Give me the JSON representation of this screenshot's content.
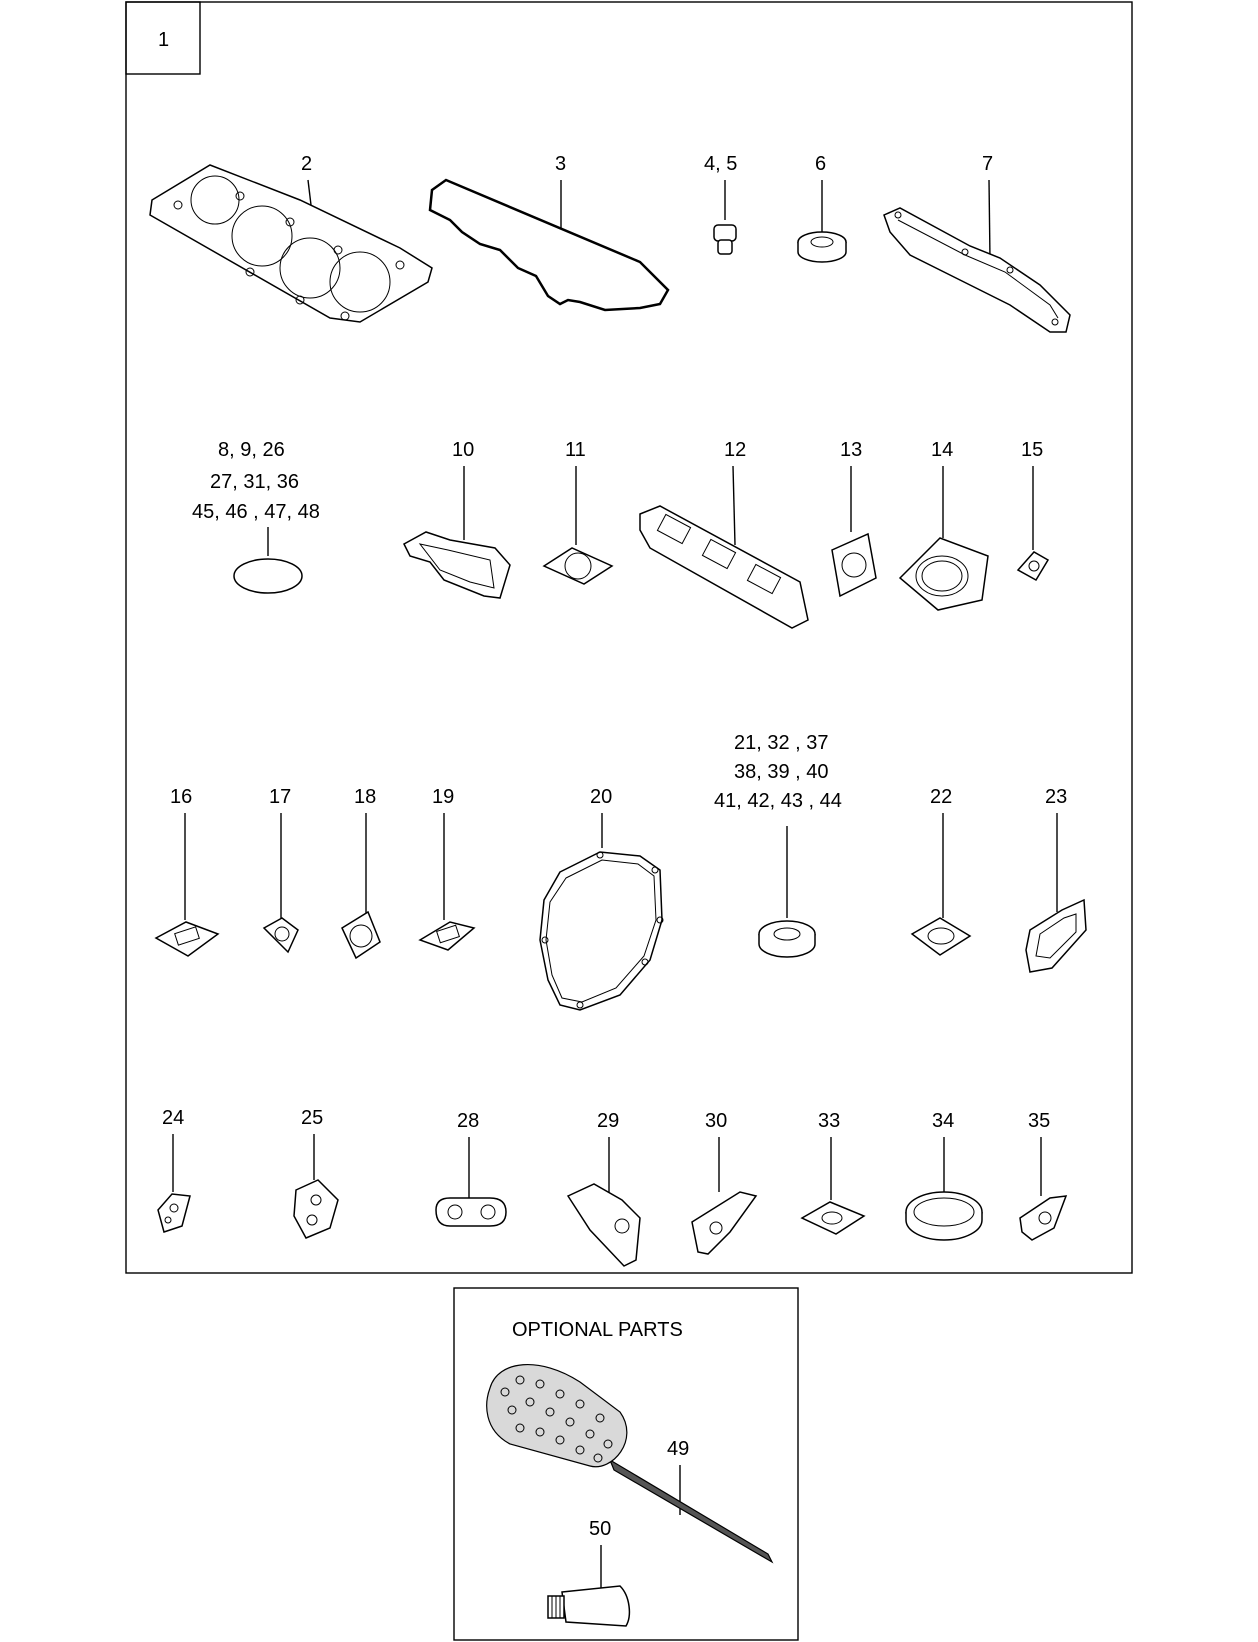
{
  "main_panel": {
    "index": "1",
    "labels": {
      "p2": "2",
      "p3": "3",
      "p4_5": "4, 5",
      "p6": "6",
      "p7": "7",
      "p8_l1": "8,   9,  26",
      "p8_l2": "27,  31, 36",
      "p8_l3": "45, 46 , 47,  48",
      "p10": "10",
      "p11": "11",
      "p12": "12",
      "p13": "13",
      "p14": "14",
      "p15": "15",
      "p16": "16",
      "p17": "17",
      "p18": "18",
      "p19": "19",
      "p20": "20",
      "p21_l1": "21,  32 , 37",
      "p21_l2": "38,  39 , 40",
      "p21_l3": "41, 42, 43 , 44",
      "p22": "22",
      "p23": "23",
      "p24": "24",
      "p25": "25",
      "p28": "28",
      "p29": "29",
      "p30": "30",
      "p33": "33",
      "p34": "34",
      "p35": "35"
    }
  },
  "optional_panel": {
    "title": "OPTIONAL  PARTS",
    "labels": {
      "p49": "49",
      "p50": "50"
    }
  }
}
